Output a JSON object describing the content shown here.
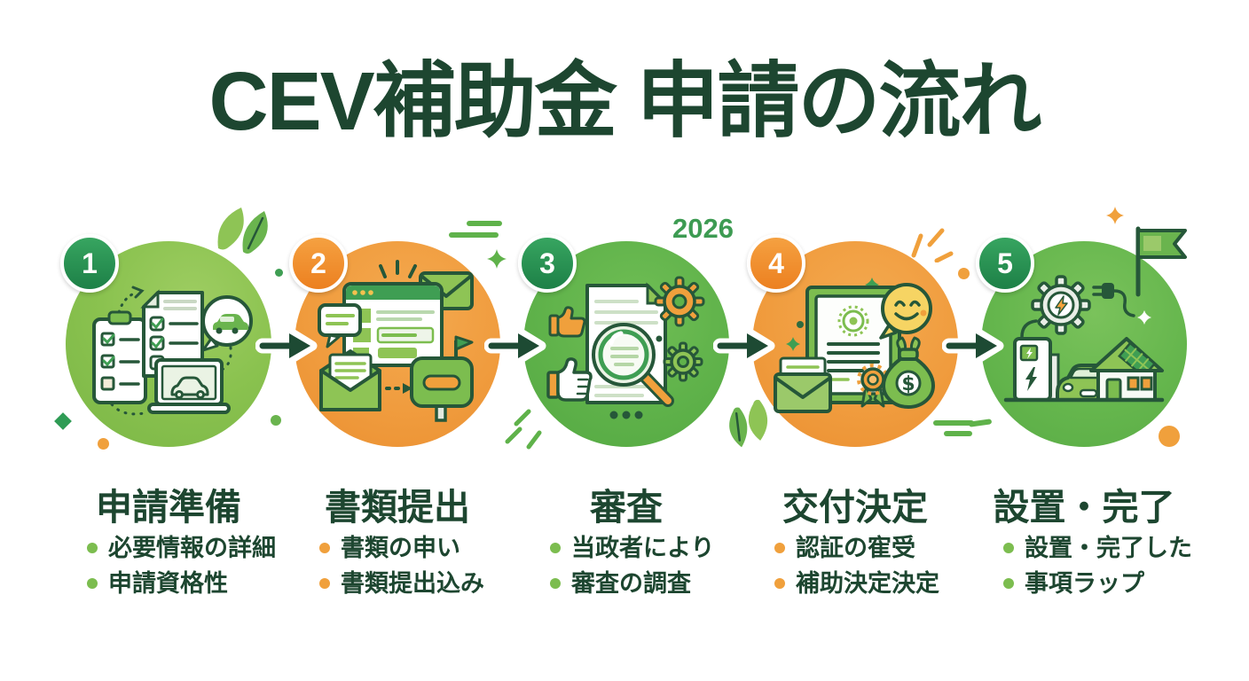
{
  "title": "CEV補助金 申請の流れ",
  "year_label": "2026",
  "colors": {
    "title_text": "#1d4630",
    "year_text": "#3d9b52",
    "green_circle_step1": "#8ac24f",
    "green_circle_step35": "#5fb24a",
    "orange_circle": "#f09c3e",
    "badge_green": "#2a9153",
    "badge_orange": "#f08a27",
    "bullet_green": "#7cbd4f",
    "bullet_orange": "#f0a03c",
    "arrow": "#1d4a33",
    "icon_outline": "#265739"
  },
  "steps": [
    {
      "number": "1",
      "title": "申請準備",
      "palette": "green",
      "icon": "clipboard-checklist-laptop-car",
      "bullets": [
        "必要情報の詳細",
        "申請資格性"
      ]
    },
    {
      "number": "2",
      "title": "書類提出",
      "palette": "orange",
      "icon": "browser-form-envelopes-mailbox",
      "bullets": [
        "書類の申い",
        "書類提出込み"
      ]
    },
    {
      "number": "3",
      "title": "審査",
      "palette": "green",
      "icon": "document-magnifier-thumbs-gears",
      "bullets": [
        "当政者により",
        "審査の調査"
      ]
    },
    {
      "number": "4",
      "title": "交付決定",
      "palette": "orange",
      "icon": "certificate-smiley-moneybag-envelope",
      "money_symbol": "$",
      "bullets": [
        "認証の寉受",
        "補助決定決定"
      ]
    },
    {
      "number": "5",
      "title": "設置・完了",
      "palette": "green",
      "icon": "ev-charger-car-solar-house-flag",
      "bullets": [
        "設置・完了した",
        "事項ラップ"
      ]
    }
  ]
}
